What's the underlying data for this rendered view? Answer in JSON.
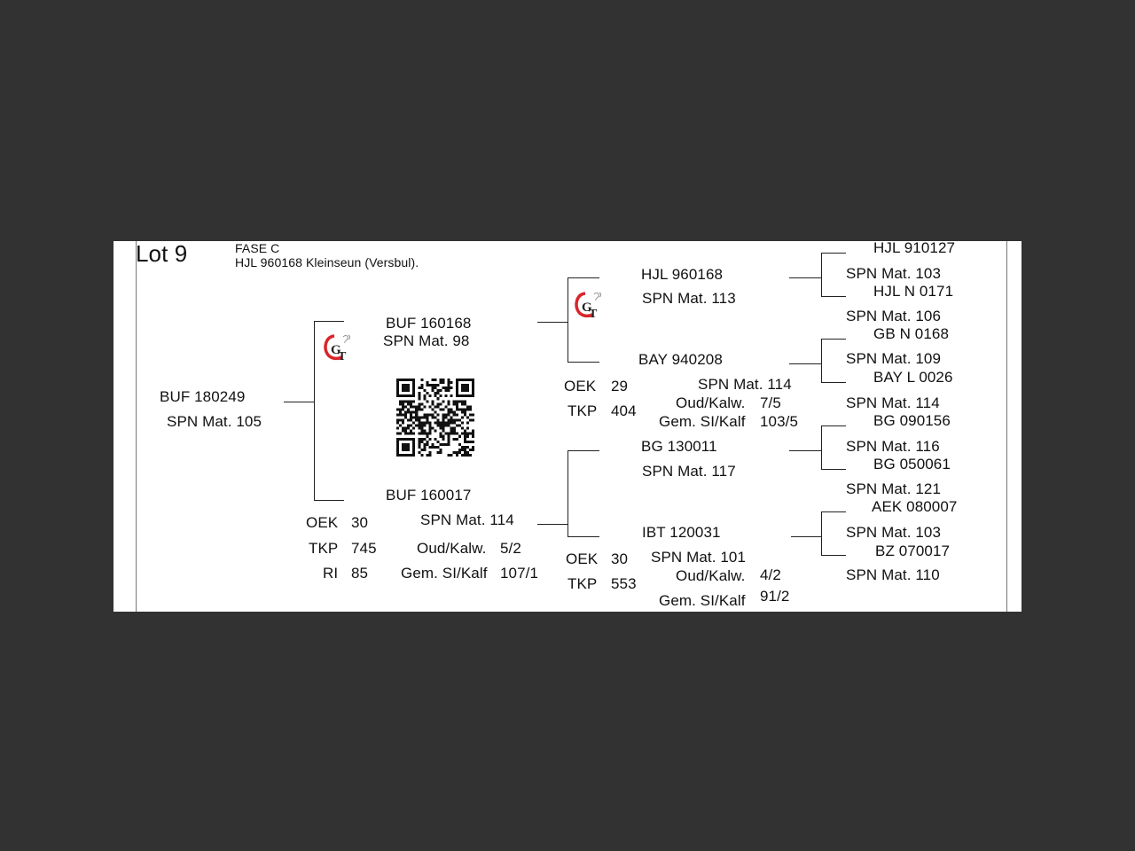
{
  "header": {
    "lot": "Lot 9",
    "fase": "FASE C",
    "sire_line": "HJL 960168 Kleinseun (Versbul)."
  },
  "animal": {
    "id": "BUF 180249",
    "spn": "SPN Mat. 105"
  },
  "animal_stats": {
    "oek_label": "OEK",
    "oek": "30",
    "tkp_label": "TKP",
    "tkp": "745",
    "ri_label": "RI",
    "ri": "85"
  },
  "sire": {
    "id": "BUF 160168",
    "spn": "SPN Mat. 98"
  },
  "dam": {
    "id": "BUF 160017",
    "spn": "SPN Mat. 114",
    "oud_label": "Oud/Kalw.",
    "oud": "5/2",
    "gem_label": "Gem. SI/Kalf",
    "gem": "107/1"
  },
  "ss": {
    "id": "HJL 960168",
    "spn": "SPN Mat. 113"
  },
  "sd": {
    "id": "BAY 940208",
    "spn": "SPN Mat. 114",
    "oek_label": "OEK",
    "oek": "29",
    "tkp_label": "TKP",
    "tkp": "404",
    "oud_label": "Oud/Kalw.",
    "oud": "7/5",
    "gem_label": "Gem. SI/Kalf",
    "gem": "103/5"
  },
  "ds": {
    "id": "BG  130011",
    "spn": "SPN Mat. 117"
  },
  "dd": {
    "id": "IBT 120031",
    "spn": "SPN Mat. 101",
    "oek_label": "OEK",
    "oek": "30",
    "tkp_label": "TKP",
    "tkp": "553",
    "oud_label": "Oud/Kalw.",
    "oud": "4/2",
    "gem_label": "Gem. SI/Kalf",
    "gem": "91/2"
  },
  "gen3": [
    {
      "id": "HJL 910127",
      "spn": "SPN Mat. 103"
    },
    {
      "id": "HJL N 0171",
      "spn": "SPN Mat. 106"
    },
    {
      "id": "GB  N 0168",
      "spn": "SPN Mat. 109"
    },
    {
      "id": "BAY L 0026",
      "spn": "SPN Mat. 114"
    },
    {
      "id": "BG  090156",
      "spn": "SPN Mat. 116"
    },
    {
      "id": "BG  050061",
      "spn": "SPN Mat. 121"
    },
    {
      "id": "AEK 080007",
      "spn": "SPN Mat. 103"
    },
    {
      "id": "BZ  070017",
      "spn": "SPN Mat. 110"
    }
  ],
  "colors": {
    "logo_red": "#d8262b",
    "logo_dark": "#222222"
  },
  "icons": {
    "breeder_logo": "gt-logo-icon",
    "qr": "qr-code-icon"
  }
}
